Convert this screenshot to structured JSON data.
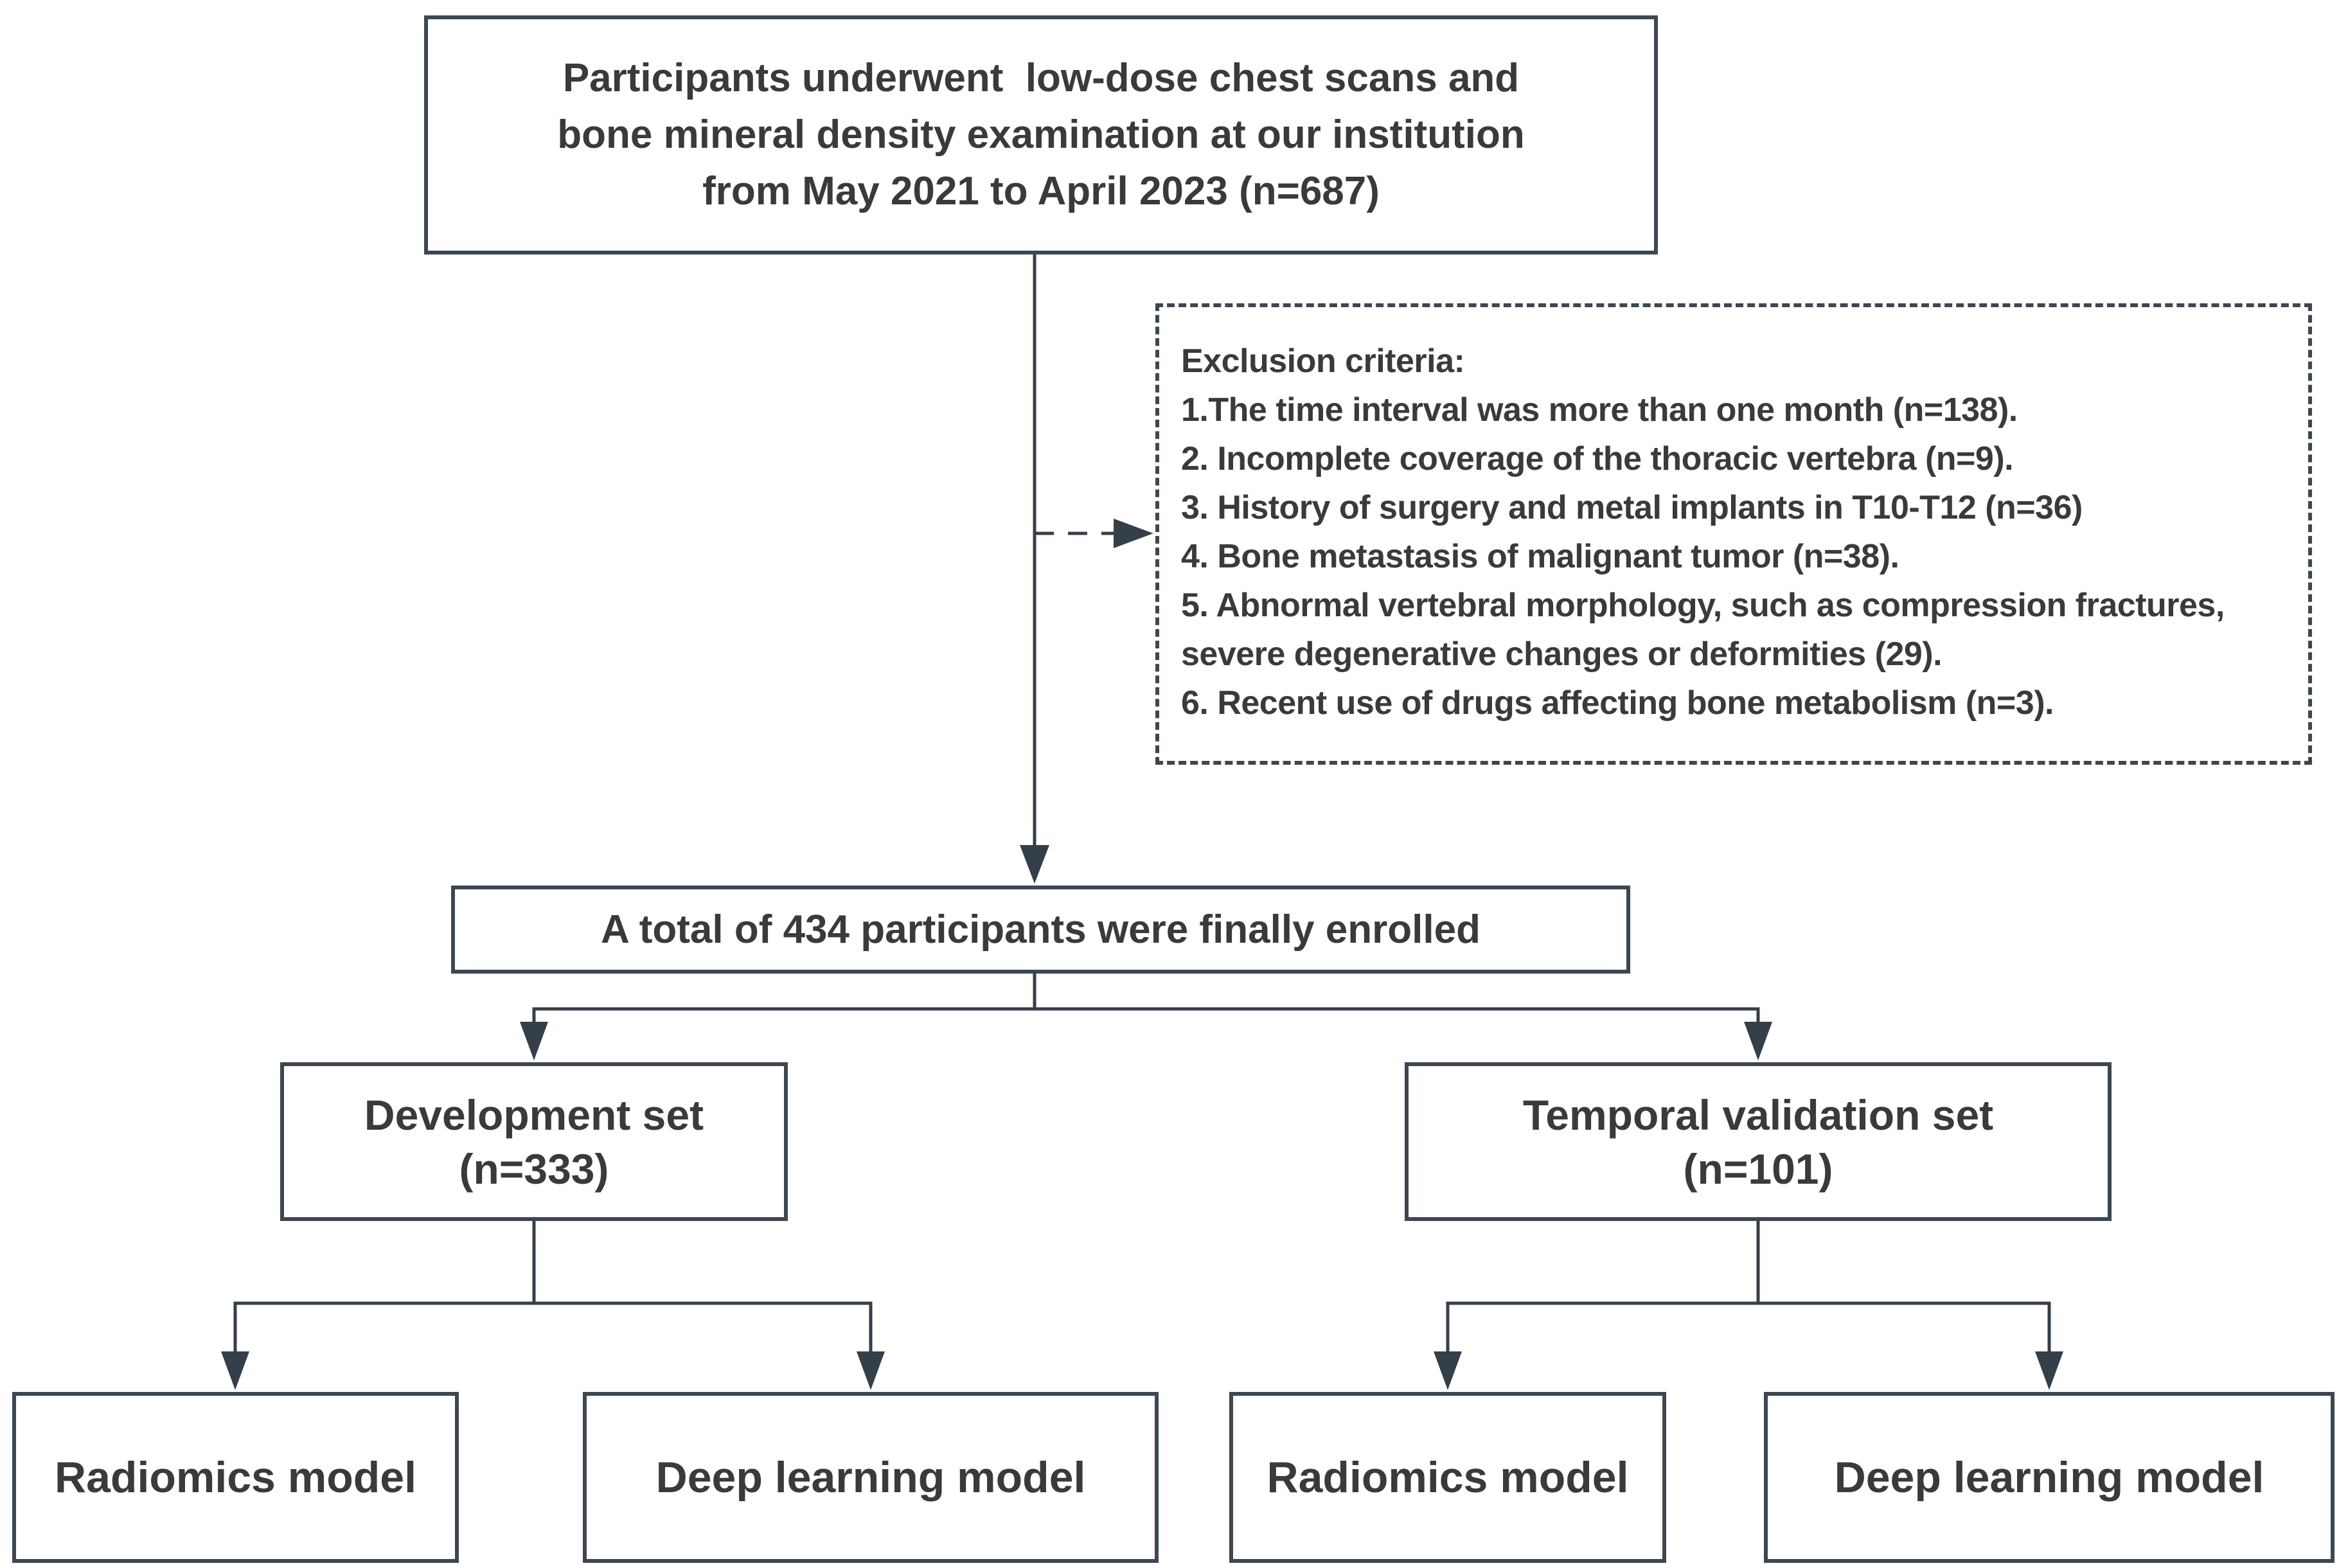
{
  "figure": {
    "type": "study-flowchart",
    "background": "#ffffff",
    "colors": {
      "box_border": "#3d4751",
      "connector": "#353f49",
      "text": "#3a3a3a"
    },
    "nodes": {
      "recruitment": {
        "line1": "Participants underwent  low-dose chest scans and",
        "line2": "bone mineral density examination at our institution",
        "line3": "from May 2021 to April 2023 (n=687)"
      },
      "exclusion": {
        "title": "Exclusion criteria:",
        "item1": "1.The time interval was more than one month (n=138).",
        "item2": "2. Incomplete coverage of the thoracic vertebra (n=9).",
        "item3": "3. History of surgery and metal implants in T10-T12 (n=36)",
        "item4": "4. Bone metastasis of malignant tumor (n=38).",
        "item5": "5. Abnormal vertebral morphology, such as compression fractures, severe degenerative changes or deformities (29).",
        "item6": "6. Recent use of drugs affecting bone metabolism (n=3)."
      },
      "enrolled": {
        "label": "A total of 434 participants were finally enrolled"
      },
      "development_set": {
        "line1": "Development set",
        "line2": "(n=333)"
      },
      "temporal_validation_set": {
        "line1": "Temporal validation set",
        "line2": "(n=101)"
      },
      "development_radiomics": {
        "label": "Radiomics model"
      },
      "development_deep_learning": {
        "label": "Deep learning model"
      },
      "validation_radiomics": {
        "label": "Radiomics model"
      },
      "validation_deep_learning": {
        "label": "Deep learning model"
      }
    }
  }
}
